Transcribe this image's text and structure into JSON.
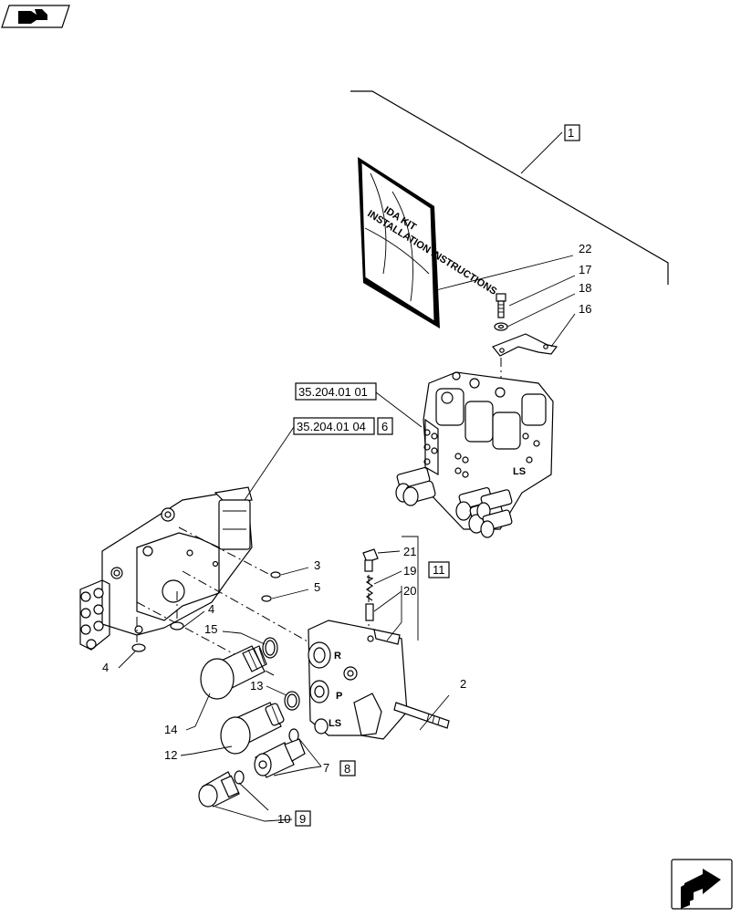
{
  "diagram": {
    "callouts": [
      {
        "id": "c1",
        "text": "1",
        "boxed": true
      },
      {
        "id": "c22",
        "text": "22"
      },
      {
        "id": "c17",
        "text": "17"
      },
      {
        "id": "c18",
        "text": "18"
      },
      {
        "id": "c16",
        "text": "16"
      },
      {
        "id": "c3",
        "text": "3"
      },
      {
        "id": "c5",
        "text": "5"
      },
      {
        "id": "c4a",
        "text": "4"
      },
      {
        "id": "c4b",
        "text": "4"
      },
      {
        "id": "c15",
        "text": "15"
      },
      {
        "id": "c21",
        "text": "21"
      },
      {
        "id": "c19",
        "text": "19"
      },
      {
        "id": "c20",
        "text": "20"
      },
      {
        "id": "c11",
        "text": "11",
        "boxed": true
      },
      {
        "id": "c2",
        "text": "2"
      },
      {
        "id": "c13",
        "text": "13"
      },
      {
        "id": "c14",
        "text": "14"
      },
      {
        "id": "c12",
        "text": "12"
      },
      {
        "id": "c7",
        "text": "7"
      },
      {
        "id": "c8",
        "text": "8",
        "boxed": true
      },
      {
        "id": "c10",
        "text": "10"
      },
      {
        "id": "c9",
        "text": "9",
        "boxed": true
      }
    ],
    "references": [
      {
        "id": "r1",
        "text": "35.204.01 01"
      },
      {
        "id": "r2",
        "text": "35.204.01 04"
      },
      {
        "id": "r2b",
        "text": "6"
      }
    ],
    "manual_cover": {
      "line1": "IDA KIT",
      "line2": "INSTALLATION INSTRUCTIONS"
    },
    "port_labels": {
      "R": "R",
      "P": "P",
      "LS": "LS",
      "LS2": "LS"
    }
  },
  "icons": {
    "top_left": "book-arrow-icon",
    "bottom_right": "next-page-arrow-icon"
  }
}
